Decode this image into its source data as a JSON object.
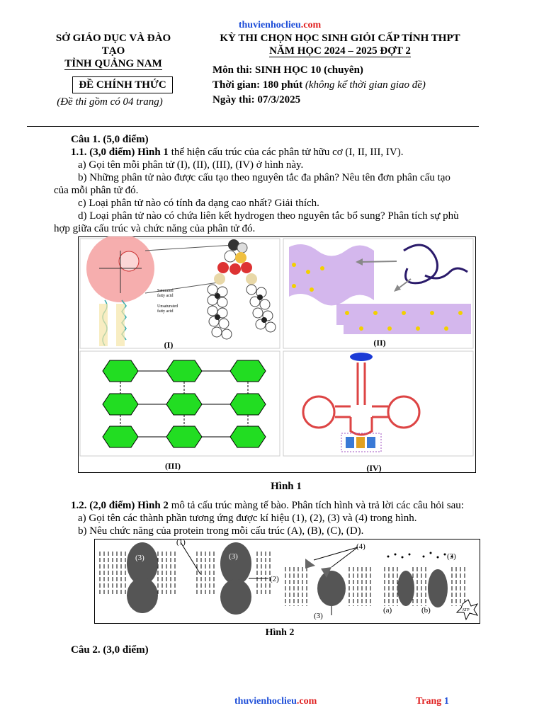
{
  "site": {
    "part1": "thuvienhoclieu",
    "part2": ".com"
  },
  "header": {
    "left_line1": "SỞ GIÁO DỤC VÀ ĐÀO",
    "left_line2": "TẠO",
    "left_line3": "TỈNH QUẢNG NAM",
    "official_box": "ĐỀ CHÍNH THỨC",
    "pages_note": "(Đề thi gồm có 04 trang)",
    "exam_title1": "KỲ THI CHỌN HỌC SINH GIỎI CẤP TỈNH THPT",
    "exam_title2": "NĂM HỌC 2024 – 2025 ĐỢT 2",
    "subject_label": "Môn thi:",
    "subject_value": "SINH HỌC 10 (chuyên)",
    "time_label": "Thời gian: 180 phút",
    "time_note": "(không kể thời gian giao đề)",
    "date_label": "Ngày thi:",
    "date_value": "07/3/2025"
  },
  "q1": {
    "title": "Câu 1. (5,0 điểm)",
    "p11_head": "1.1. (3,0 điểm) Hình 1",
    "p11_rest": " thể hiện cấu trúc của các phân tử hữu cơ (I, II, III, IV).",
    "a": "a) Gọi tên mỗi phân tử (I), (II), (III), (IV) ở hình này.",
    "b1": "b) Những phân tử nào được cấu tạo theo nguyên tắc đa phân? Nêu tên đơn phân cấu tạo",
    "b2": "của mỗi phân tử đó.",
    "c": "c) Loại phân tử nào có tính đa dạng cao nhất? Giải thích.",
    "d1": "d) Loại phân tử nào có chứa liên kết hydrogen theo nguyên tắc bổ sung? Phân tích sự phù",
    "d2": "hợp giữa cấu trúc và chức năng của phân tử đó.",
    "fig1_caption": "Hình 1",
    "fig1_labels": [
      "(I)",
      "(II)",
      "(III)",
      "(IV)"
    ],
    "fig1_text_sat": "Saturated",
    "fig1_text_sat2": "fatty acid",
    "fig1_text_unsat": "Unsaturated",
    "fig1_text_unsat2": "fatty acid",
    "p12_head": "1.2. (2,0 điểm) Hình 2",
    "p12_rest": " mô tả cấu trúc màng tế bào. Phân tích hình và trả lời các câu hỏi sau:",
    "p12_a": "a) Gọi tên các thành phần tương ứng được kí hiệu (1), (2), (3) và (4) trong hình.",
    "p12_b": "b) Nêu chức năng của protein trong mỗi cấu trúc (A), (B), (C), (D).",
    "fig2_caption": "Hình 2",
    "fig2_labels": [
      "(1)",
      "(2)",
      "(3)",
      "(4)",
      "(a)",
      "(b)",
      "ATP"
    ]
  },
  "q2": {
    "title": "Câu 2. (3,0 điểm)"
  },
  "footer": {
    "page_label": "Trang",
    "page_num": "1"
  }
}
